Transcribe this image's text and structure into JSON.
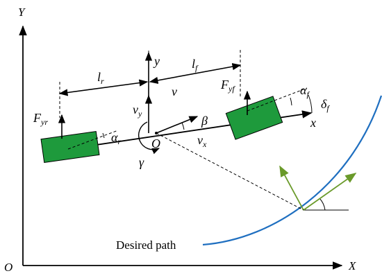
{
  "axes": {
    "origin": "O",
    "x": "X",
    "y": "Y"
  },
  "body_axes": {
    "x": "x",
    "y": "y",
    "origin": "O"
  },
  "lengths": {
    "rear_base": "l",
    "rear_sub": "r",
    "front_base": "l",
    "front_sub": "f"
  },
  "velocities": {
    "v": "v",
    "vx_base": "v",
    "vx_sub": "x",
    "vy_base": "v",
    "vy_sub": "y"
  },
  "angles": {
    "beta": "β",
    "gamma": "γ",
    "alpha_r_base": "α",
    "alpha_r_sub": "r",
    "alpha_f_base": "α",
    "alpha_f_sub": "f",
    "delta_f_base": "δ",
    "delta_f_sub": "f"
  },
  "forces": {
    "fyr_base": "F",
    "fyr_sub": "yr",
    "fyf_base": "F",
    "fyf_sub": "yf"
  },
  "path": {
    "label": "Desired path"
  },
  "colors": {
    "tire": "#1e9a3c",
    "path": "#1f6fc0",
    "arrow_green": "#6a9a2a",
    "ink": "#000000"
  }
}
